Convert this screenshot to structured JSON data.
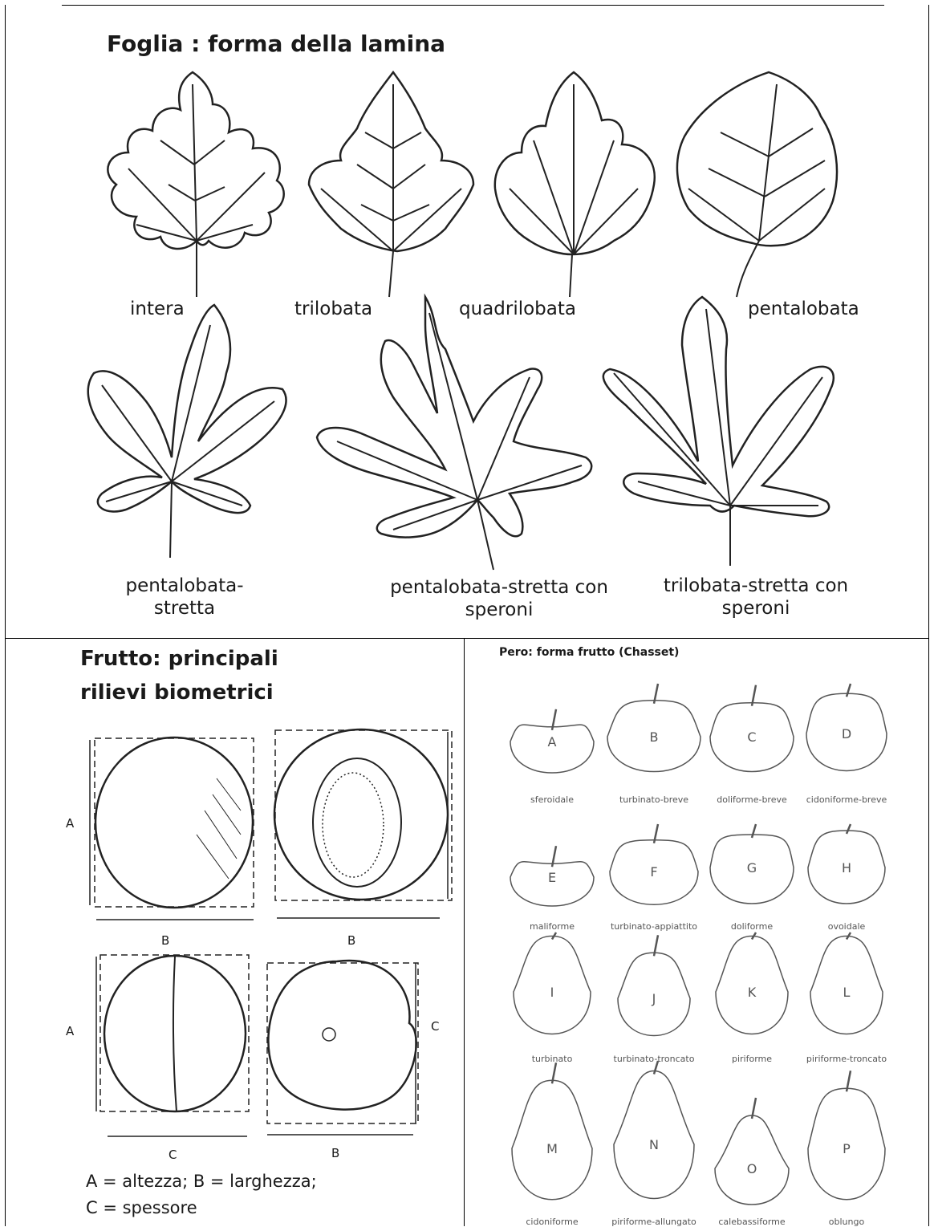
{
  "leaf_section": {
    "title": "Foglia : forma della lamina",
    "labels": {
      "intera": "intera",
      "trilobata": "trilobata",
      "quadrilobata": "quadrilobata",
      "pentalobata": "pentalobata",
      "pentalobata_stretta_1": "pentalobata-",
      "pentalobata_stretta_2": "stretta",
      "pentalobata_speroni_1": "pentalobata-stretta con",
      "pentalobata_speroni_2": "speroni",
      "trilobata_speroni_1": "trilobata-stretta con",
      "trilobata_speroni_2": "speroni"
    }
  },
  "fruit_section": {
    "title_line1": "Frutto: principali",
    "title_line2": "rilievi biometrici",
    "dims": {
      "a1": "A",
      "b1": "B",
      "b2": "B",
      "a2": "A",
      "c1": "C",
      "c2": "C",
      "b3": "B"
    },
    "legend_line1": "A = altezza; B = larghezza;",
    "legend_line2": "C = spessore"
  },
  "pear_section": {
    "title": "Pero: forma frutto (Chasset)",
    "pears": [
      {
        "letter": "A",
        "label": "sferoidale"
      },
      {
        "letter": "B",
        "label": "turbinato-breve"
      },
      {
        "letter": "C",
        "label": "doliforme-breve"
      },
      {
        "letter": "D",
        "label": "cidoniforme-breve"
      },
      {
        "letter": "E",
        "label": "maliforme"
      },
      {
        "letter": "F",
        "label": "turbinato-appiattito"
      },
      {
        "letter": "G",
        "label": "doliforme"
      },
      {
        "letter": "H",
        "label": "ovoidale"
      },
      {
        "letter": "I",
        "label": "turbinato"
      },
      {
        "letter": "J",
        "label": "turbinato-troncato"
      },
      {
        "letter": "K",
        "label": "piriforme"
      },
      {
        "letter": "L",
        "label": "piriforme-troncato"
      },
      {
        "letter": "M",
        "label": "cidoniforme"
      },
      {
        "letter": "N",
        "label": "piriforme-allungato"
      },
      {
        "letter": "O",
        "label": "calebassiforme"
      },
      {
        "letter": "P",
        "label": "oblungo"
      }
    ]
  }
}
